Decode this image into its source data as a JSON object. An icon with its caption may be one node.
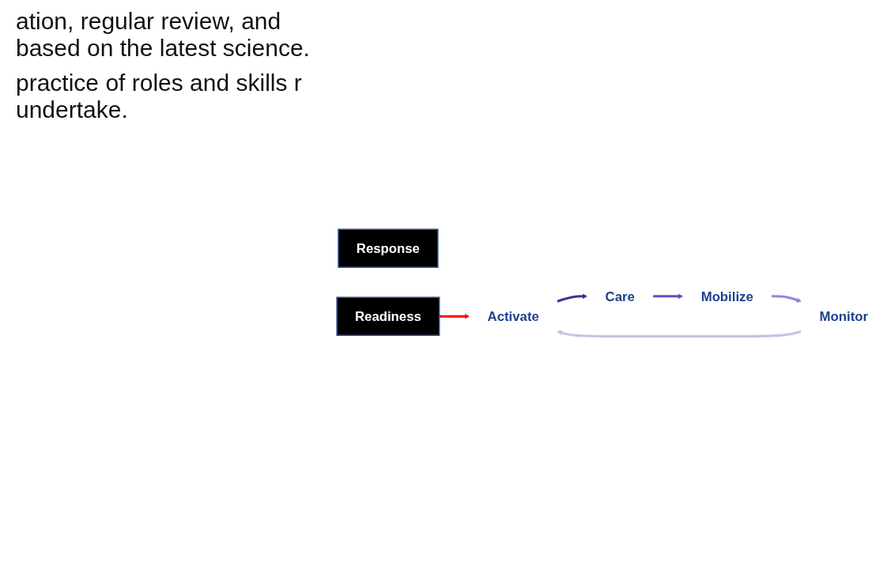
{
  "diagram": {
    "nodes": [
      {
        "text": [
          "Response"
        ]
      },
      {
        "text": [
          "Readiness"
        ]
      },
      {
        "text": [
          "Activate"
        ]
      },
      {
        "text": [
          "Monitor"
        ]
      },
      {
        "text": [
          "Care"
        ]
      },
      {
        "text": [
          "Mobilize"
        ]
      }
    ],
    "edges": [
      {
        "from": 1,
        "to": 2,
        "arrow": "to",
        "color": "#ff0000"
      },
      {
        "from": 2,
        "to": 4,
        "arrow": "to",
        "color": "#37349c"
      },
      {
        "from": 4,
        "to": 5,
        "arrow": "to",
        "color": "#5652c4"
      },
      {
        "from": 5,
        "to": 3,
        "arrow": "to",
        "color": "#8c8bd8"
      },
      {
        "from": 3,
        "to": 2,
        "arrow": "to",
        "color": "#c3c3e8"
      }
    ],
    "labels": [
      "ation, regular review, and based on the latest science.",
      "practice of roles and skills r undertake."
    ]
  }
}
